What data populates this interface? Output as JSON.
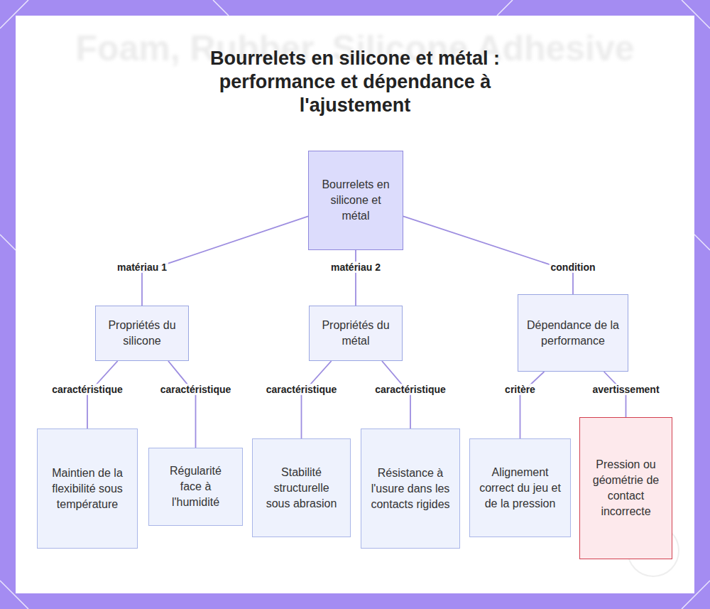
{
  "diagram": {
    "title": "Bourrelets en silicone et métal : performance et dépendance à l'ajustement",
    "nodes": [
      {
        "text": [
          "Bourrelets en silicone et métal"
        ]
      },
      {
        "text": [
          "Propriétés du silicone"
        ]
      },
      {
        "text": [
          "Propriétés du métal"
        ]
      },
      {
        "text": [
          "Dépendance de la performance"
        ]
      },
      {
        "text": [
          "Maintien de la flexibilité sous température"
        ]
      },
      {
        "text": [
          "Régularité face à l'humidité"
        ]
      },
      {
        "text": [
          "Stabilité structurelle sous abrasion"
        ]
      },
      {
        "text": [
          "Résistance à l'usure dans les contacts rigides"
        ]
      },
      {
        "text": [
          "Alignement correct du jeu et de la pression"
        ]
      },
      {
        "text": [
          "Pression ou géométrie de contact incorrecte"
        ]
      }
    ],
    "edges": [
      {
        "from": 0,
        "to": 1,
        "arrow": "none",
        "label": "matériau 1"
      },
      {
        "from": 0,
        "to": 2,
        "arrow": "none",
        "label": "matériau 2"
      },
      {
        "from": 0,
        "to": 3,
        "arrow": "none",
        "label": "condition"
      },
      {
        "from": 1,
        "to": 4,
        "arrow": "none",
        "label": "caractéristique"
      },
      {
        "from": 1,
        "to": 5,
        "arrow": "none",
        "label": "caractéristique"
      },
      {
        "from": 2,
        "to": 6,
        "arrow": "none",
        "label": "caractéristique"
      },
      {
        "from": 2,
        "to": 7,
        "arrow": "none",
        "label": "caractéristique"
      },
      {
        "from": 3,
        "to": 8,
        "arrow": "none",
        "label": "critère"
      },
      {
        "from": 3,
        "to": 9,
        "arrow": "none",
        "label": "avertissement"
      }
    ],
    "labels": [
      "Foam, Rubber, Silicone Adhesive"
    ]
  }
}
